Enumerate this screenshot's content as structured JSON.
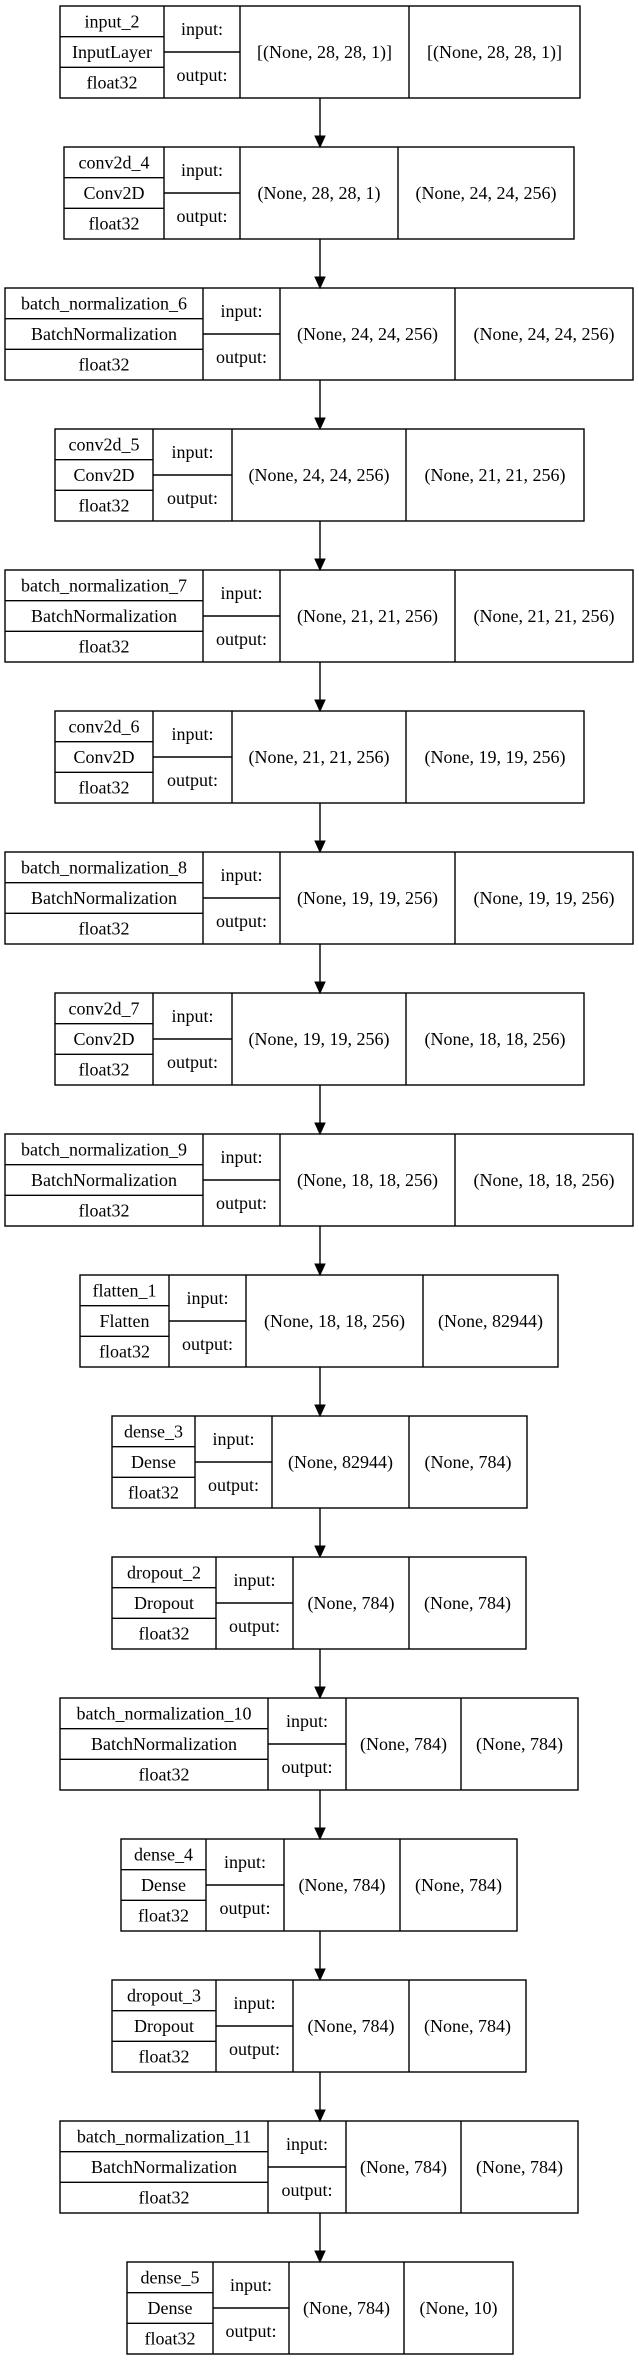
{
  "diagram": {
    "type": "keras-model-plot",
    "stroke_color": "#000000",
    "background_color": "#ffffff",
    "port_labels": {
      "input": "input:",
      "output": "output:"
    },
    "layers": [
      {
        "name": "input_2",
        "class": "InputLayer",
        "dtype": "float32",
        "input_shape": "[(None, 28, 28, 1)]",
        "output_shape": "[(None, 28, 28, 1)]"
      },
      {
        "name": "conv2d_4",
        "class": "Conv2D",
        "dtype": "float32",
        "input_shape": "(None, 28, 28, 1)",
        "output_shape": "(None, 24, 24, 256)"
      },
      {
        "name": "batch_normalization_6",
        "class": "BatchNormalization",
        "dtype": "float32",
        "input_shape": "(None, 24, 24, 256)",
        "output_shape": "(None, 24, 24, 256)"
      },
      {
        "name": "conv2d_5",
        "class": "Conv2D",
        "dtype": "float32",
        "input_shape": "(None, 24, 24, 256)",
        "output_shape": "(None, 21, 21, 256)"
      },
      {
        "name": "batch_normalization_7",
        "class": "BatchNormalization",
        "dtype": "float32",
        "input_shape": "(None, 21, 21, 256)",
        "output_shape": "(None, 21, 21, 256)"
      },
      {
        "name": "conv2d_6",
        "class": "Conv2D",
        "dtype": "float32",
        "input_shape": "(None, 21, 21, 256)",
        "output_shape": "(None, 19, 19, 256)"
      },
      {
        "name": "batch_normalization_8",
        "class": "BatchNormalization",
        "dtype": "float32",
        "input_shape": "(None, 19, 19, 256)",
        "output_shape": "(None, 19, 19, 256)"
      },
      {
        "name": "conv2d_7",
        "class": "Conv2D",
        "dtype": "float32",
        "input_shape": "(None, 19, 19, 256)",
        "output_shape": "(None, 18, 18, 256)"
      },
      {
        "name": "batch_normalization_9",
        "class": "BatchNormalization",
        "dtype": "float32",
        "input_shape": "(None, 18, 18, 256)",
        "output_shape": "(None, 18, 18, 256)"
      },
      {
        "name": "flatten_1",
        "class": "Flatten",
        "dtype": "float32",
        "input_shape": "(None, 18, 18, 256)",
        "output_shape": "(None, 82944)"
      },
      {
        "name": "dense_3",
        "class": "Dense",
        "dtype": "float32",
        "input_shape": "(None, 82944)",
        "output_shape": "(None, 784)"
      },
      {
        "name": "dropout_2",
        "class": "Dropout",
        "dtype": "float32",
        "input_shape": "(None, 784)",
        "output_shape": "(None, 784)"
      },
      {
        "name": "batch_normalization_10",
        "class": "BatchNormalization",
        "dtype": "float32",
        "input_shape": "(None, 784)",
        "output_shape": "(None, 784)"
      },
      {
        "name": "dense_4",
        "class": "Dense",
        "dtype": "float32",
        "input_shape": "(None, 784)",
        "output_shape": "(None, 784)"
      },
      {
        "name": "dropout_3",
        "class": "Dropout",
        "dtype": "float32",
        "input_shape": "(None, 784)",
        "output_shape": "(None, 784)"
      },
      {
        "name": "batch_normalization_11",
        "class": "BatchNormalization",
        "dtype": "float32",
        "input_shape": "(None, 784)",
        "output_shape": "(None, 784)"
      },
      {
        "name": "dense_5",
        "class": "Dense",
        "dtype": "float32",
        "input_shape": "(None, 784)",
        "output_shape": "(None, 10)"
      }
    ]
  }
}
